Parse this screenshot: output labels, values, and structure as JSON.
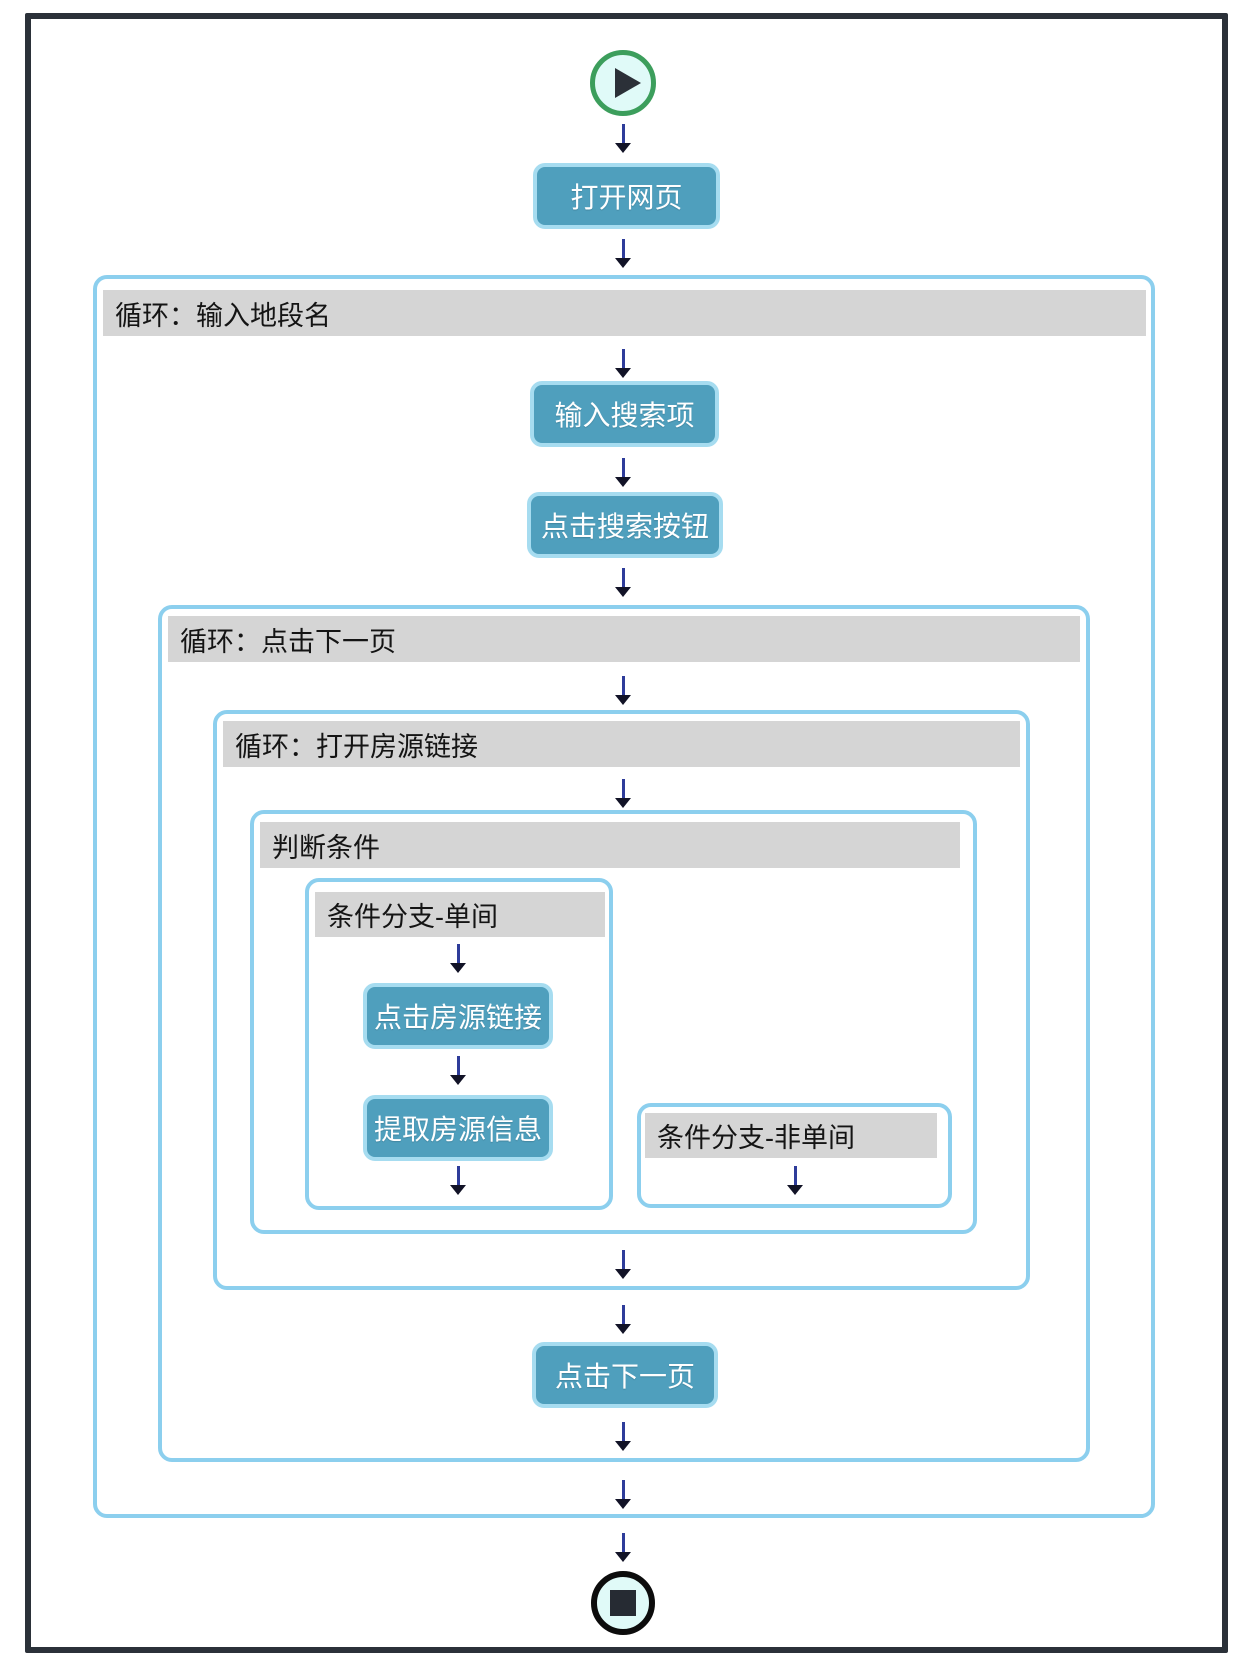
{
  "flow": {
    "start": {
      "icon": "play-icon"
    },
    "end": {
      "icon": "stop-icon"
    },
    "containers": {
      "loop_input_location": "循环：输入地段名",
      "loop_click_next_page": "循环：点击下一页",
      "loop_open_listing_links": "循环：打开房源链接",
      "condition": "判断条件",
      "branch_single_room": "条件分支-单间",
      "branch_not_single_room": "条件分支-非单间"
    },
    "steps": {
      "open_webpage": "打开网页",
      "input_search_term": "输入搜索项",
      "click_search_button": "点击搜索按钮",
      "click_listing_link": "点击房源链接",
      "extract_listing_info": "提取房源信息",
      "click_next_page": "点击下一页"
    }
  },
  "colors": {
    "frame_border": "#2b3139",
    "container_border": "#8ccfee",
    "header_bar_bg": "#d5d5d5",
    "header_bar_text": "#141414",
    "step_fill": "#4f9fbd",
    "step_border": "#a6dcf0",
    "step_text": "#ffffff",
    "start_circle_border": "#3c9e5c",
    "node_icon_bg": "#e0faf8",
    "node_icon_glyph": "#2b3038",
    "arrow_stem": "#2e3c9a",
    "arrow_head": "#121327"
  }
}
